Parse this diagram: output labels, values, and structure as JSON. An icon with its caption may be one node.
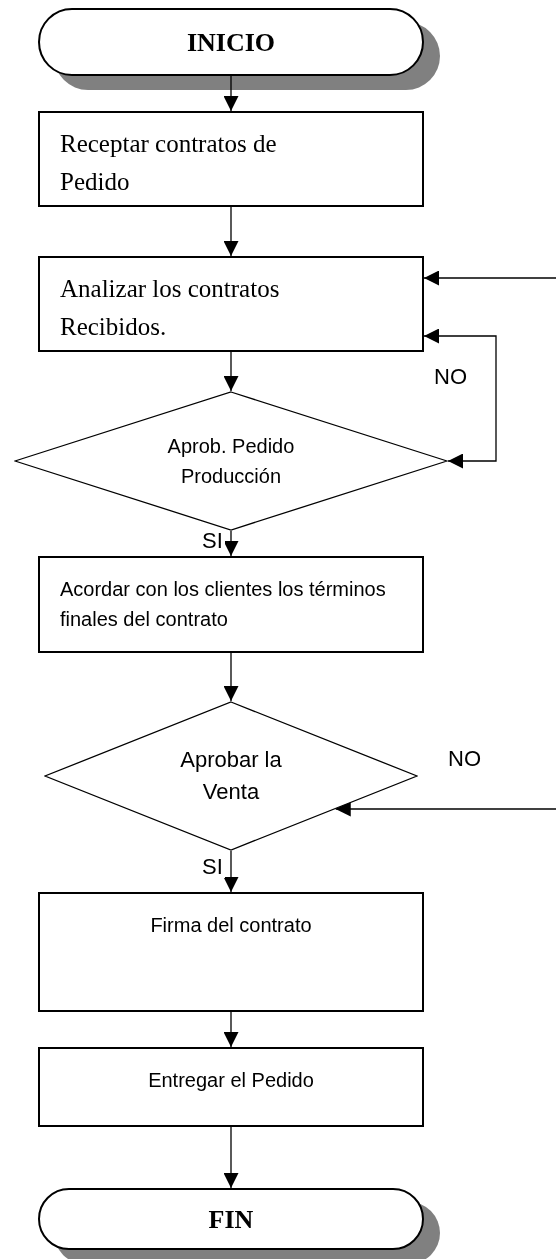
{
  "diagram": {
    "nodes": [
      {
        "text": [
          "INICIO"
        ]
      },
      {
        "text": [
          "Receptar contratos de Pedido"
        ]
      },
      {
        "text": [
          "Analizar los contratos Recibidos."
        ]
      },
      {
        "text": [
          "Aprob. Pedido Producción"
        ]
      },
      {
        "text": [
          "Acordar con los clientes los términos finales del contrato"
        ]
      },
      {
        "text": [
          "Aprobar la Venta"
        ]
      },
      {
        "text": [
          "Firma del contrato"
        ]
      },
      {
        "text": [
          "Entregar el Pedido"
        ]
      },
      {
        "text": [
          "FIN"
        ]
      }
    ],
    "edges": [
      {
        "from": 0,
        "to": 1,
        "arrow": "to"
      },
      {
        "from": 1,
        "to": 2,
        "arrow": "to"
      },
      {
        "from": null,
        "to": 2,
        "arrow": "to"
      },
      {
        "from": 3,
        "to": 2,
        "arrow": "both",
        "label": "NO"
      },
      {
        "from": 2,
        "to": 3,
        "arrow": "to"
      },
      {
        "from": 3,
        "to": 4,
        "arrow": "to",
        "label": "SI"
      },
      {
        "from": 4,
        "to": 5,
        "arrow": "to"
      },
      {
        "from": null,
        "to": 5,
        "arrow": "to"
      },
      {
        "from": 5,
        "to": 6,
        "arrow": "to",
        "label": "SI"
      },
      {
        "from": 6,
        "to": 7,
        "arrow": "to"
      },
      {
        "from": 7,
        "to": 8,
        "arrow": "to"
      }
    ],
    "labels": [
      "NO"
    ]
  }
}
